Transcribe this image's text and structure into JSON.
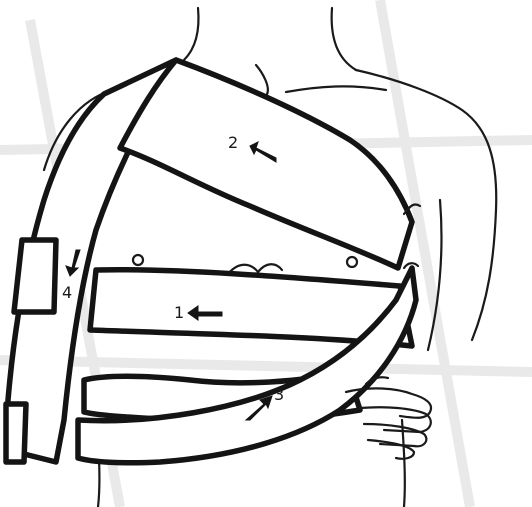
{
  "diagram": {
    "labels": [
      {
        "id": "band-1",
        "text": "1"
      },
      {
        "id": "band-2",
        "text": "2"
      },
      {
        "id": "band-3",
        "text": "3"
      },
      {
        "id": "band-4",
        "text": "4"
      }
    ]
  }
}
